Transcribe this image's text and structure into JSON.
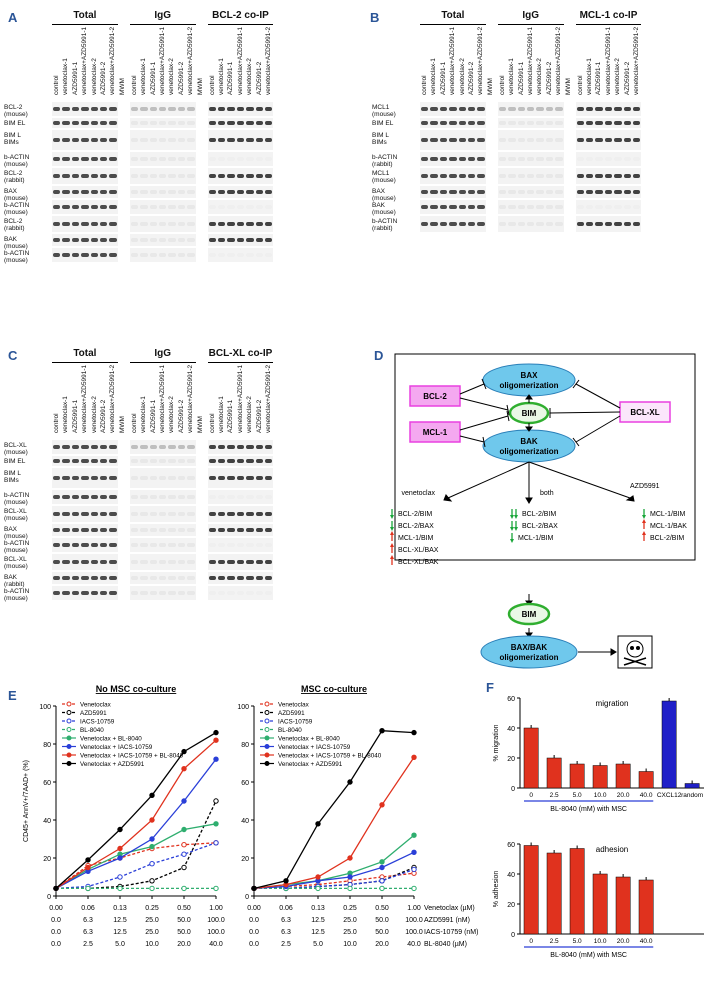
{
  "panels": {
    "A": "A",
    "B": "B",
    "C": "C",
    "D": "D",
    "E": "E",
    "F": "F"
  },
  "blot_headers": {
    "total": "Total",
    "igg": "IgG",
    "bcl2_coip": "BCL-2 co-IP",
    "mcl1_coip": "MCL-1 co-IP",
    "bclxl_coip": "BCL-XL co-IP"
  },
  "lanes": [
    "control",
    "venetoclax-1",
    "AZD5991-1",
    "venetoclax+AZD5991-1",
    "venetoclax-2",
    "AZD5991-2",
    "venetoclax+AZD5991-2"
  ],
  "mwm": "MWM",
  "rows_A": [
    {
      "l1": "BCL-2",
      "l2": "(mouse)"
    },
    {
      "l1": "BIM EL",
      "l2": ""
    },
    {
      "l1": "BIM L",
      "l2": "BIMs"
    },
    {
      "l1": "b-ACTIN",
      "l2": "(mouse)"
    },
    {
      "l1": "BCL-2",
      "l2": "(rabbit)"
    },
    {
      "l1": "BAX",
      "l2": "(mouse)"
    },
    {
      "l1": "b-ACTIN",
      "l2": "(mouse)"
    },
    {
      "l1": "BCL-2",
      "l2": "(rabbit)"
    },
    {
      "l1": "BAK",
      "l2": "(mouse)"
    },
    {
      "l1": "b-ACTIN",
      "l2": "(mouse)"
    }
  ],
  "rows_B": [
    {
      "l1": "MCL1",
      "l2": "(mouse)"
    },
    {
      "l1": "BIM EL",
      "l2": ""
    },
    {
      "l1": "BIM L",
      "l2": "BIMs"
    },
    {
      "l1": "b-ACTIN",
      "l2": "(rabbit)"
    },
    {
      "l1": "MCL1",
      "l2": "(mouse)"
    },
    {
      "l1": "BAX",
      "l2": "(mouse)"
    },
    {
      "l1": "BAK",
      "l2": "(mouse)"
    },
    {
      "l1": "b-ACTIN",
      "l2": "(rabbit)"
    }
  ],
  "rows_C": [
    {
      "l1": "BCL-XL",
      "l2": "(mouse)"
    },
    {
      "l1": "BIM EL",
      "l2": ""
    },
    {
      "l1": "BIM L",
      "l2": "BIMs"
    },
    {
      "l1": "b-ACTIN",
      "l2": "(mouse)"
    },
    {
      "l1": "BCL-XL",
      "l2": "(mouse)"
    },
    {
      "l1": "BAX",
      "l2": "(mouse)"
    },
    {
      "l1": "b-ACTIN",
      "l2": "(mouse)"
    },
    {
      "l1": "BCL-XL",
      "l2": "(mouse)"
    },
    {
      "l1": "BAK",
      "l2": "(rabbit)"
    },
    {
      "l1": "b-ACTIN",
      "l2": "(mouse)"
    }
  ],
  "diagram": {
    "bax_olig": [
      "BAX",
      "oligomerization"
    ],
    "bak_olig": [
      "BAK",
      "oligomerization"
    ],
    "bcl2": "BCL-2",
    "mcl1": "MCL-1",
    "bclxl": "BCL-XL",
    "bim": "BIM",
    "branches": {
      "venetoclax": "venetoclax",
      "both": "both",
      "azd": "AZD5991"
    },
    "veneto_items": [
      "BCL-2/BIM",
      "BCL-2/BAX",
      "MCL-1/BIM",
      "BCL-XL/BAX",
      "BCL-XL/BAK"
    ],
    "both_items": [
      "BCL-2/BIM",
      "BCL-2/BAX",
      "MCL-1/BIM"
    ],
    "azd_items": [
      "MCL-1/BIM",
      "MCL-1/BAK",
      "BCL-2/BIM"
    ],
    "bim2": "BIM",
    "baxbak": [
      "BAX/BAK",
      "oligomerization"
    ],
    "colors": {
      "box": "#e940e0",
      "ellipse": "#6fc8ec",
      "bim": "#2fae2f",
      "down": "#1aa63a",
      "up": "#e0321e"
    }
  },
  "panelE": {
    "left_title": "No MSC co-culture",
    "right_title": "MSC co-culture",
    "ylabel": "CD45+ AnnV+/7AAD+ (%)",
    "legend": [
      "Venetoclax",
      "AZD5991",
      "IACS-10759",
      "BL-8040",
      "Venetoclax + BL-8040",
      "Venetoclax + IACS-10759",
      "Venetoclax + IACS-10759 + BL-8040",
      "Venetoclax + AZD5991"
    ],
    "dose_rows": [
      {
        "label": "Venetoclax (µM)",
        "values": [
          "0.00",
          "0.06",
          "0.13",
          "0.25",
          "0.50",
          "1.00"
        ]
      },
      {
        "label": "AZD5991 (nM)",
        "values": [
          "0.0",
          "6.3",
          "12.5",
          "25.0",
          "50.0",
          "100.0"
        ]
      },
      {
        "label": "IACS-10759 (nM)",
        "values": [
          "0.0",
          "6.3",
          "12.5",
          "25.0",
          "50.0",
          "100.0"
        ]
      },
      {
        "label": "BL-8040 (µM)",
        "values": [
          "0.0",
          "2.5",
          "5.0",
          "10.0",
          "20.0",
          "40.0"
        ]
      }
    ]
  },
  "chart_data": [
    {
      "type": "line",
      "title": "No MSC co-culture",
      "ylabel": "CD45+ AnnV+/7AAD+ (%)",
      "ylim": [
        0,
        100
      ],
      "categories": [
        "0",
        "1",
        "2",
        "3",
        "4",
        "5"
      ],
      "series": [
        {
          "name": "Venetoclax",
          "values": [
            4,
            16,
            20,
            25,
            27,
            28
          ],
          "color": "#e0321e",
          "dash": true
        },
        {
          "name": "AZD5991",
          "values": [
            4,
            4,
            5,
            8,
            15,
            50
          ],
          "color": "#000000",
          "dash": true
        },
        {
          "name": "IACS-10759",
          "values": [
            4,
            5,
            10,
            17,
            22,
            28
          ],
          "color": "#2a3fd8",
          "dash": true
        },
        {
          "name": "BL-8040",
          "values": [
            4,
            4,
            4,
            4,
            4,
            4
          ],
          "color": "#2fae6f",
          "dash": true
        },
        {
          "name": "Venetoclax + BL-8040",
          "values": [
            4,
            14,
            22,
            26,
            35,
            38
          ],
          "color": "#2fae6f",
          "dash": false
        },
        {
          "name": "Venetoclax + IACS-10759",
          "values": [
            4,
            13,
            20,
            30,
            50,
            72
          ],
          "color": "#2a3fd8",
          "dash": false
        },
        {
          "name": "Venetoclax + IACS-10759 + BL-8040",
          "values": [
            4,
            15,
            25,
            40,
            67,
            82
          ],
          "color": "#e0321e",
          "dash": false
        },
        {
          "name": "Venetoclax + AZD5991",
          "values": [
            4,
            19,
            35,
            53,
            76,
            86
          ],
          "color": "#000000",
          "dash": false
        }
      ]
    },
    {
      "type": "line",
      "title": "MSC co-culture",
      "ylim": [
        0,
        100
      ],
      "categories": [
        "0",
        "1",
        "2",
        "3",
        "4",
        "5"
      ],
      "series": [
        {
          "name": "Venetoclax",
          "values": [
            4,
            5,
            6,
            8,
            10,
            12
          ],
          "color": "#e0321e",
          "dash": true
        },
        {
          "name": "AZD5991",
          "values": [
            4,
            4,
            5,
            6,
            8,
            15
          ],
          "color": "#000000",
          "dash": true
        },
        {
          "name": "IACS-10759",
          "values": [
            4,
            4,
            5,
            6,
            8,
            14
          ],
          "color": "#2a3fd8",
          "dash": true
        },
        {
          "name": "BL-8040",
          "values": [
            4,
            4,
            4,
            4,
            4,
            4
          ],
          "color": "#2fae6f",
          "dash": true
        },
        {
          "name": "Venetoclax + BL-8040",
          "values": [
            4,
            6,
            8,
            12,
            18,
            32
          ],
          "color": "#2fae6f",
          "dash": false
        },
        {
          "name": "Venetoclax + IACS-10759",
          "values": [
            4,
            5,
            8,
            10,
            15,
            23
          ],
          "color": "#2a3fd8",
          "dash": false
        },
        {
          "name": "Venetoclax + IACS-10759 + BL-8040",
          "values": [
            4,
            6,
            10,
            20,
            48,
            73
          ],
          "color": "#e0321e",
          "dash": false
        },
        {
          "name": "Venetoclax + AZD5991",
          "values": [
            4,
            8,
            38,
            60,
            87,
            86
          ],
          "color": "#000000",
          "dash": false
        }
      ]
    },
    {
      "type": "bar",
      "title": "migration",
      "ylabel": "% migration",
      "ylim": [
        0,
        60
      ],
      "categories": [
        "0",
        "2.5",
        "5.0",
        "10.0",
        "20.0",
        "40.0",
        "CXCL12",
        "random"
      ],
      "values": [
        40,
        20,
        16,
        15,
        16,
        11,
        58,
        3
      ],
      "xlabel": "BL-8040 (mM) with MSC",
      "colors": [
        "#e0321e",
        "#e0321e",
        "#e0321e",
        "#e0321e",
        "#e0321e",
        "#e0321e",
        "#2020c8",
        "#2020c8"
      ]
    },
    {
      "type": "bar",
      "title": "adhesion",
      "ylabel": "% adhesion",
      "ylim": [
        0,
        60
      ],
      "categories": [
        "0",
        "2.5",
        "5.0",
        "10.0",
        "20.0",
        "40.0"
      ],
      "values": [
        59,
        54,
        57,
        40,
        38,
        36
      ],
      "xlabel": "BL-8040 (mM) with MSC",
      "colors": [
        "#e0321e",
        "#e0321e",
        "#e0321e",
        "#e0321e",
        "#e0321e",
        "#e0321e"
      ]
    }
  ]
}
